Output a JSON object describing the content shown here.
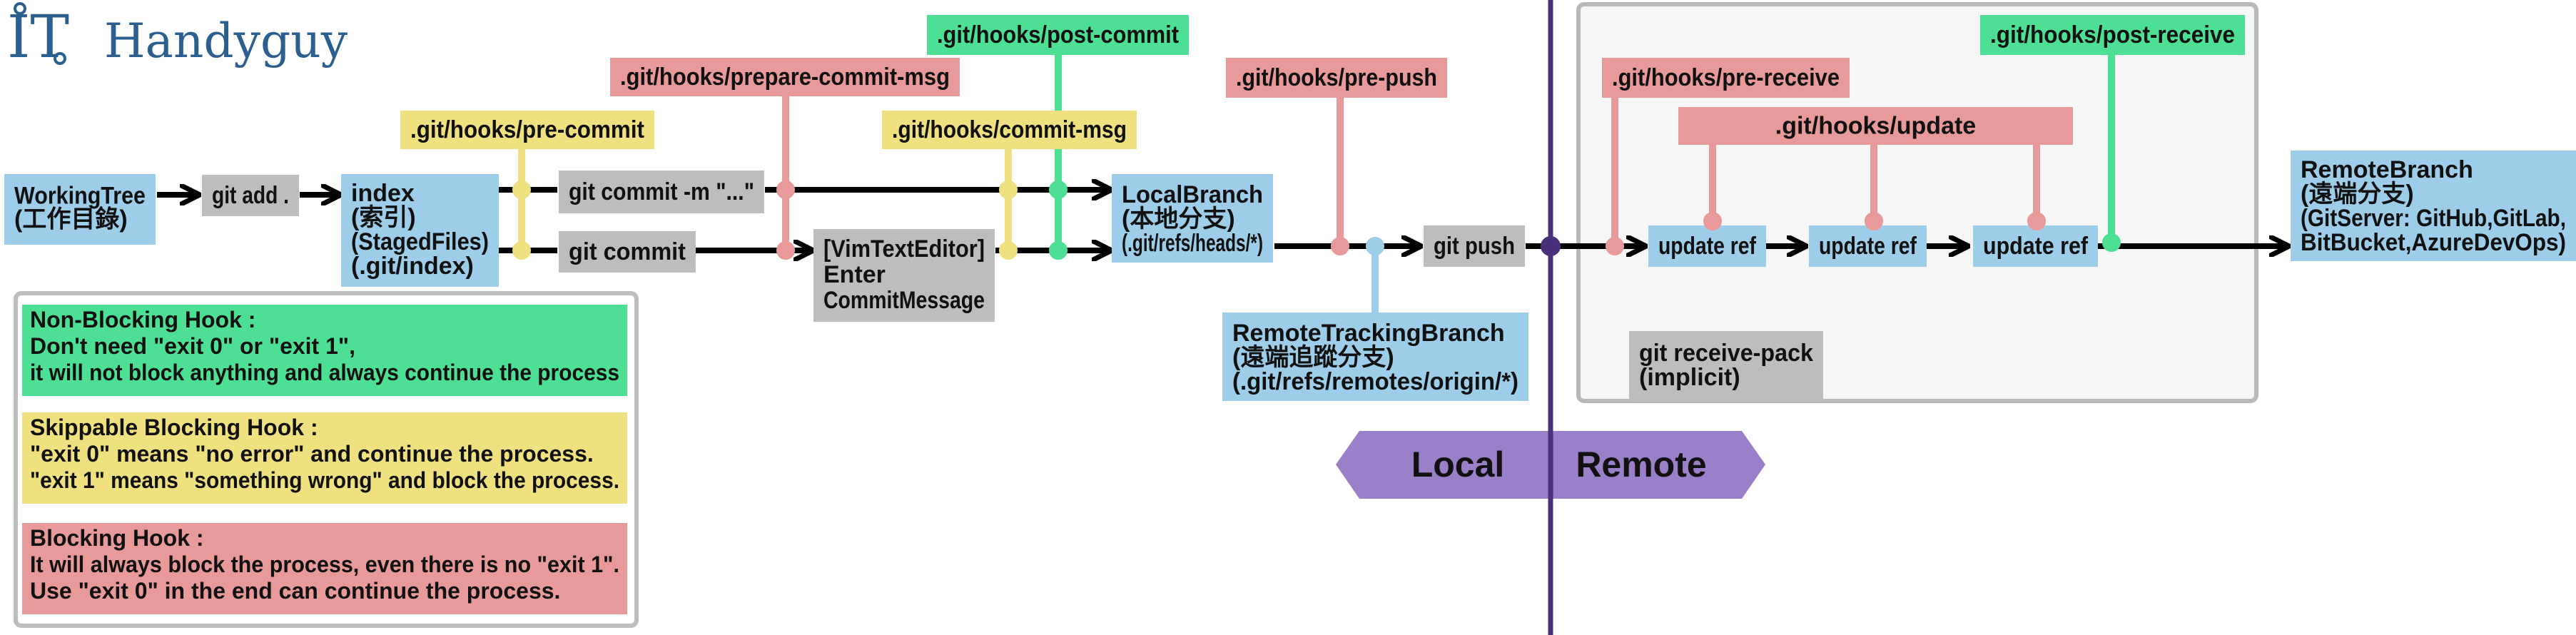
{
  "logo": {
    "mark": "IT",
    "rest": "Handyguy"
  },
  "colors": {
    "blue": "#9dcde8",
    "gray": "#bdbdbd",
    "yellow": "#efe080",
    "red": "#e89a9a",
    "green": "#4ddf94",
    "purple": "#9a80c8",
    "divider": "#48307a",
    "line": "#000000"
  },
  "nodes": {
    "working_tree": [
      "WorkingTree",
      "(工作目錄)"
    ],
    "git_add": [
      "git add ."
    ],
    "index": [
      "index",
      "(索引)",
      "(StagedFiles)",
      "(.git/index)"
    ],
    "git_commit_m": [
      "git commit -m \"...\""
    ],
    "git_commit": [
      "git commit"
    ],
    "vim_editor": [
      "[VimTextEditor]",
      "Enter",
      "CommitMessage"
    ],
    "local_branch": [
      "LocalBranch",
      "(本地分支)",
      "(.git/refs/heads/*)"
    ],
    "git_push": [
      "git push"
    ],
    "remote_tracking": [
      "RemoteTrackingBranch",
      "(遠端追蹤分支)",
      "(.git/refs/remotes/origin/*)"
    ],
    "update_ref_1": [
      "update ref"
    ],
    "update_ref_2": [
      "update ref"
    ],
    "update_ref_3": [
      "update ref"
    ],
    "receive_pack": [
      "git receive-pack",
      "(implicit)"
    ],
    "remote_branch": [
      "RemoteBranch",
      "(遠端分支)",
      "(GitServer: GitHub,GitLab,",
      "BitBucket,AzureDevOps)"
    ]
  },
  "hooks": {
    "pre_commit": ".git/hooks/pre-commit",
    "prepare_commit_msg": ".git/hooks/prepare-commit-msg",
    "commit_msg": ".git/hooks/commit-msg",
    "post_commit": ".git/hooks/post-commit",
    "pre_push": ".git/hooks/pre-push",
    "pre_receive": ".git/hooks/pre-receive",
    "update": ".git/hooks/update",
    "post_receive": ".git/hooks/post-receive"
  },
  "banner": {
    "local": "Local",
    "remote": "Remote"
  },
  "legend": {
    "non_blocking": [
      "Non-Blocking Hook :",
      "Don't need \"exit 0\" or \"exit 1\",",
      "it will not block anything and always continue the process"
    ],
    "skippable": [
      "Skippable Blocking Hook :",
      "\"exit 0\" means \"no error\" and continue the process.",
      "\"exit 1\" means \"something wrong\" and block the process."
    ],
    "blocking": [
      "Blocking Hook :",
      "It will always block the process, even there is no \"exit 1\".",
      "Use \"exit 0\" in the end can continue the process."
    ]
  }
}
